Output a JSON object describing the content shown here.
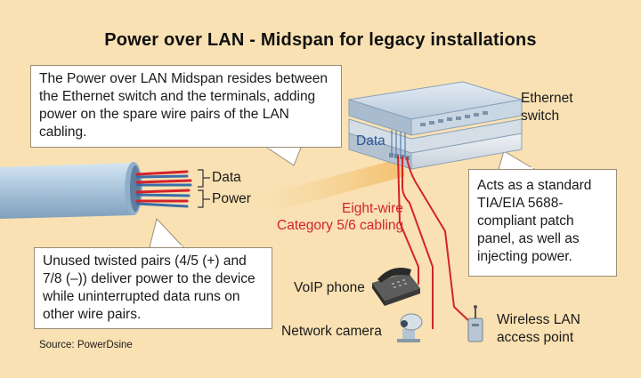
{
  "title": "Power over LAN - Midspan for legacy installations",
  "callouts": {
    "midspan": "The Power over LAN Midspan resides between the Ethernet switch and the terminals, adding power on the spare wire pairs of the LAN cabling.",
    "twisted_pairs": "Unused twisted pairs (4/5 (+) and 7/8 (–)) deliver power to the device while uninterrupted data runs on other wire pairs.",
    "patch_panel": "Acts as a standard TIA/EIA 5688-compliant patch panel, as well as injecting power."
  },
  "labels": {
    "ethernet_switch_line1": "Ethernet",
    "ethernet_switch_line2": "switch",
    "data_on_switch": "Data",
    "cable_data": "Data",
    "cable_power": "Power",
    "cabling_line1": "Eight-wire",
    "cabling_line2": "Category 5/6 cabling",
    "voip_phone": "VoIP phone",
    "network_camera": "Network camera",
    "wireless_line1": "Wireless LAN",
    "wireless_line2": "access point",
    "source": "Source: PowerDsine"
  },
  "icons": [
    "ethernet-switch-icon",
    "midspan-panel-icon",
    "lan-cable-icon",
    "voip-phone-icon",
    "network-camera-icon",
    "wireless-access-point-icon"
  ],
  "colors": {
    "background": "#f9e1b3",
    "cable_red": "#d4232a",
    "cable_blue": "#a9c7df",
    "switch_blue": "#c7d6e4",
    "callout_bg": "#ffffff"
  }
}
